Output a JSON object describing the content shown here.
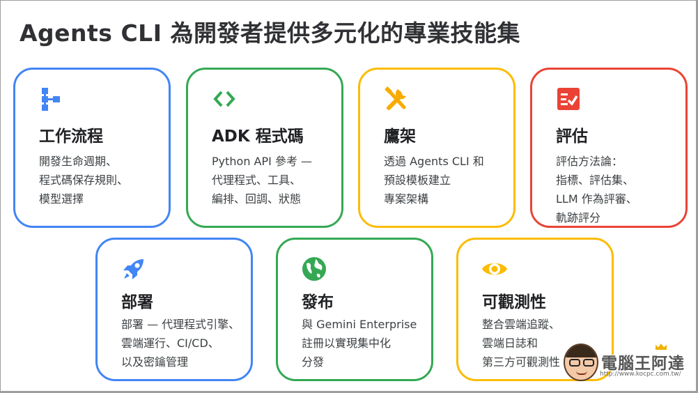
{
  "slide": {
    "title": "Agents CLI 為開發者提供多元化的專業技能集"
  },
  "cards": [
    {
      "title": "工作流程",
      "icon": "workflow-tree-icon",
      "color": "#4285f4",
      "lines": [
        "開發生命週期、",
        "程式碼保存規則、",
        "模型選擇"
      ]
    },
    {
      "title": "ADK 程式碼",
      "icon": "code-brackets-icon",
      "color": "#34a853",
      "lines": [
        "Python API 參考 —",
        "代理程式、工具、",
        "編排、回調、狀態"
      ]
    },
    {
      "title": "鷹架",
      "icon": "tools-icon",
      "color": "#fbbc04",
      "lines": [
        "透過 Agents CLI 和",
        "預設模板建立",
        "專案架構"
      ]
    },
    {
      "title": "評估",
      "icon": "checklist-icon",
      "color": "#ea4335",
      "lines": [
        "評估方法論：",
        "指標、評估集、",
        "LLM 作為評審、",
        "軌跡評分"
      ]
    },
    {
      "title": "部署",
      "icon": "rocket-icon",
      "color": "#4285f4",
      "lines": [
        "部署 — 代理程式引擎、",
        "雲端運行、CI/CD、",
        "以及密鑰管理"
      ]
    },
    {
      "title": "發布",
      "icon": "globe-icon",
      "color": "#34a853",
      "lines": [
        "與 Gemini Enterprise",
        "註冊以實現集中化",
        "分發"
      ]
    },
    {
      "title": "可觀測性",
      "icon": "eye-icon",
      "color": "#fbbc04",
      "lines": [
        "整合雲端追蹤、",
        "雲端日誌和",
        "第三方可觀測性"
      ]
    }
  ],
  "watermark": {
    "text": "電腦王阿達",
    "url": "http://www.kocpc.com.tw/"
  }
}
